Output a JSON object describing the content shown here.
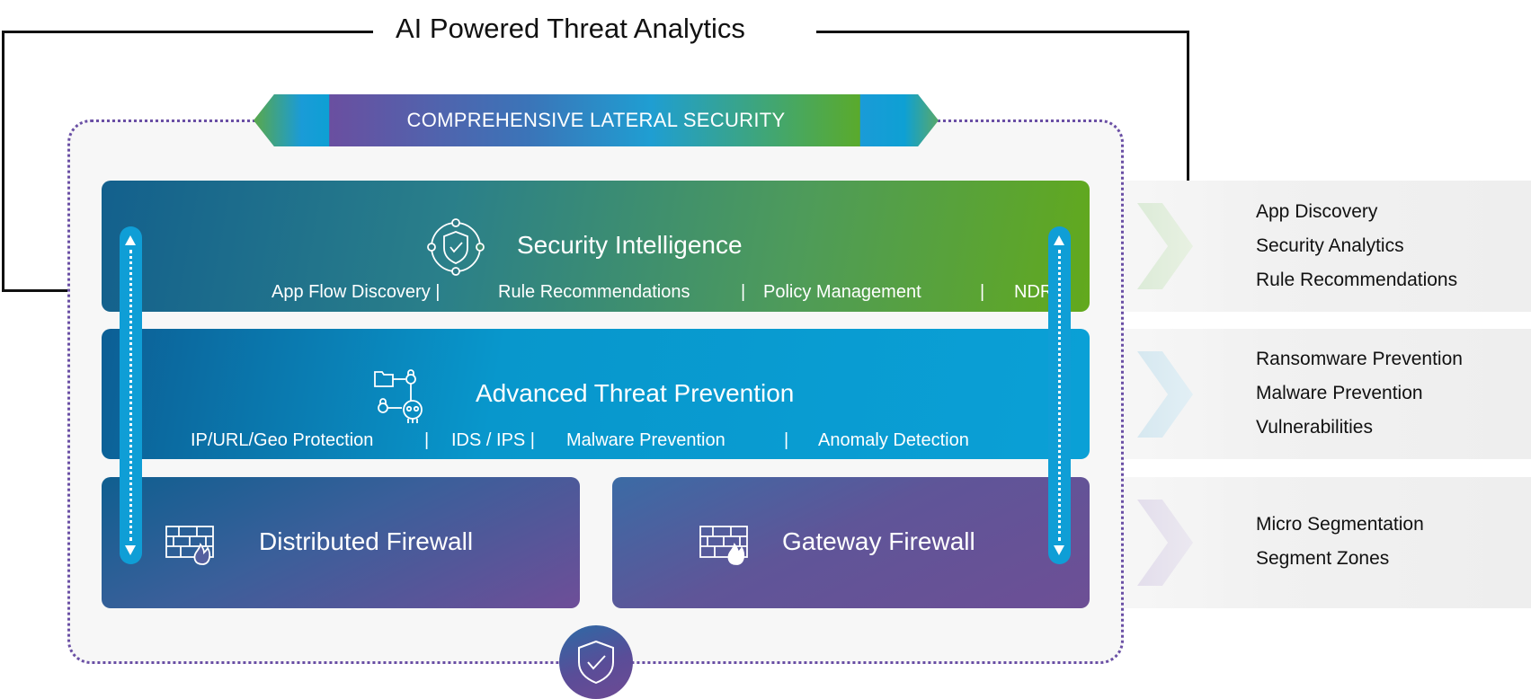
{
  "title": "AI Powered Threat Analytics",
  "banner": "COMPREHENSIVE LATERAL SECURITY",
  "layers": {
    "security_intelligence": {
      "title": "Security Intelligence",
      "capabilities": [
        "App Flow Discovery |",
        "Rule Recommendations",
        "|",
        "Policy Management",
        "|",
        "NDR"
      ]
    },
    "advanced_threat_prevention": {
      "title": "Advanced Threat Prevention",
      "capabilities": [
        "IP/URL/Geo Protection",
        "|",
        "IDS / IPS |",
        "Malware Prevention",
        "|",
        "Anomaly Detection"
      ]
    },
    "distributed_firewall": {
      "title": "Distributed Firewall"
    },
    "gateway_firewall": {
      "title": "Gateway Firewall"
    }
  },
  "side_lists": {
    "intelligence": [
      "App Discovery",
      "Security Analytics",
      "Rule Recommendations"
    ],
    "prevention": [
      "Ransomware Prevention",
      "Malware Prevention",
      "Vulnerabilities"
    ],
    "segmentation": [
      "Micro Segmentation",
      "Segment Zones"
    ]
  },
  "icons": {
    "security_intelligence": "shield-network-icon",
    "advanced_threat_prevention": "threat-network-icon",
    "distributed_firewall": "firewall-icon",
    "gateway_firewall": "firewall-icon",
    "badge": "shield-check-icon"
  },
  "colors": {
    "security_intelligence": "#2a7f8a",
    "advanced_threat_prevention": "#0897cc",
    "firewall": "#5f5598",
    "frame": "#6a4fa5"
  }
}
